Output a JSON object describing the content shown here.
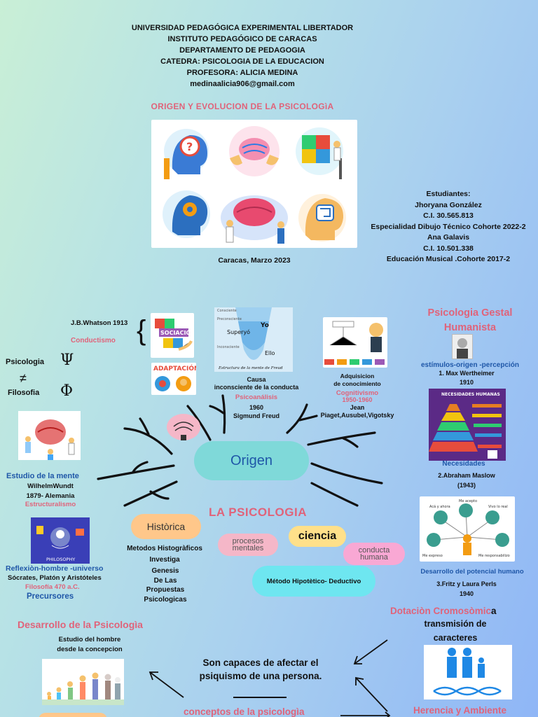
{
  "header": {
    "lines": [
      "UNIVERSIDAD PEDAGÓGICA EXPERIMENTAL LIBERTADOR",
      "INSTITUTO PEDAGÓGICO DE CARACAS",
      "DEPARTAMENTO DE PEDAGOGIA",
      "CATEDRA: PSICOLOGIA DE LA EDUCACION",
      "PROFESORA: ALICIA MEDINA",
      "medinaalicia906@gmail.com"
    ]
  },
  "main_title": "ORIGEN Y EVOLUCION DE LA PSICOLOGìA",
  "date": "Caracas, Marzo 2023",
  "students": {
    "lines": [
      "Estudiantes:",
      "Jhoryana González",
      "C.I. 30.565.813",
      "Especialidad Dibujo Técnico Cohorte 2022-2",
      "Ana Galavis",
      "C.I. 10.501.338",
      "Educación Musical .Cohorte 2017-2"
    ]
  },
  "center": {
    "origen": "Origen",
    "la_psicologia": "LA PSICOLOGIA",
    "historica": "Històrica",
    "procesos": "procesos mentales",
    "ciencia": "ciencia",
    "conducta": "conducta humana",
    "metodo": "Método  Hipotètico- Deductivo",
    "metodos_hist": [
      "Metodos Histogràficos",
      "Investiga"
    ],
    "genesis": [
      "Genesis",
      "De Las",
      "Propuestas",
      "Psicologicas"
    ]
  },
  "conductismo": {
    "author": "J.B.Whatson 1913",
    "label": "Conductismo",
    "socializacion": "SOCIACIÓN",
    "adaptacion": "ADAPTACIÓN"
  },
  "psico_filo": {
    "psicologia": "Psicologia",
    "filosofia": "Filosofia",
    "psi": "Ψ",
    "phi": "Φ",
    "neq": "≠"
  },
  "psicoanalisis": {
    "img_labels": [
      "Consciente",
      "Preconsciente",
      "Superyó",
      "Yo",
      "Inconsciente",
      "Ello",
      "Estructura de la mente de Freud"
    ],
    "causa": [
      "Causa",
      "inconsciente de la conducta"
    ],
    "label": "Psicoanálisis",
    "year": "1960",
    "author": "Sigmund Freud"
  },
  "cognitivismo": {
    "adquisicion": [
      "Adquisicion",
      "de conocimiento"
    ],
    "label": "Cognitivismo",
    "years": "1950-1960",
    "authors": [
      "Jean",
      "Piaget,Ausubel,Vigotsky"
    ]
  },
  "gestalt": {
    "title": [
      "Psicologia Gestal",
      "Humanista"
    ],
    "estimulos": "estímulos-origen -percepción",
    "wertheimer": "1. Max Wertheimer",
    "wertheimer_year": "1910",
    "pyramid_title": "NECESIDADES HUMANAS",
    "necesidades": "Necesidades",
    "maslow": "2.Abraham Maslow",
    "maslow_year": "(1943)",
    "desarrollo": "Desarrollo del potencial humano",
    "perls": "3.Fritz y Laura Perls",
    "perls_year": "1940",
    "potential_labels": [
      "Me acepto",
      "Acá y ahora",
      "Vivo lo real",
      "Me expreso",
      "Me responsabilizo"
    ]
  },
  "estructuralismo": {
    "estudio": "Estudio de la mente",
    "author": "WilhelmWundt",
    "year_place": "1879- Alemania",
    "label": "Estructuralismo"
  },
  "precursores": {
    "philosophy_caption": "PHILOSOPHY",
    "reflexion": "Reflexiòn-hombre -universo",
    "authors": "Sócrates, Platón y Aristóteles",
    "filosofia": "Filosofía 470 a.C.",
    "label": "Precursores"
  },
  "desarrollo": {
    "title": "Desarrollo de la Psicologìa",
    "estudio": [
      "Estudio del hombre",
      "desde  la concepcion"
    ]
  },
  "bottom": {
    "capaces": [
      "Son capaces de afectar el",
      "psiquismo de una persona."
    ],
    "conceptos": "conceptos de la psicologìa",
    "dotacion": "Dotaciòn Cromosòmic",
    "dotacion_a": "a",
    "transmision": [
      "transmisión de",
      "caracteres"
    ],
    "herencia": "Herencia y Ambiente"
  },
  "colors": {
    "pink": "#e0637a",
    "blue": "#1f57a8",
    "teal_pill": "#7fd9d9",
    "orange_pill": "#ffc78a",
    "pink_pill": "#f5b7c8",
    "yellow_pill": "#ffe08a",
    "cyan_pill": "#6ee6f0"
  }
}
